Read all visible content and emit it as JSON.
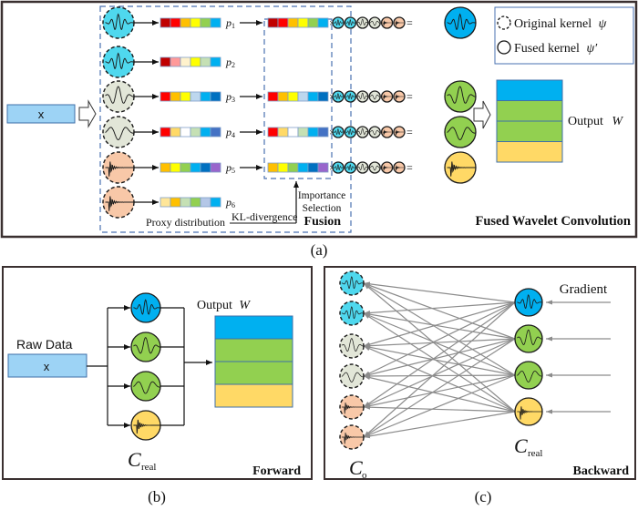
{
  "panel_a": {
    "caption": "(a)",
    "input_label": "x",
    "proxy_labels": [
      "p1",
      "p2",
      "p3",
      "p4",
      "p5",
      "p6"
    ],
    "proxy_label_base": "p",
    "proxy_label_subs": [
      "1",
      "2",
      "3",
      "4",
      "5",
      "6"
    ],
    "proxy_distribution_label": "Proxy distribution",
    "kl_label": "KL-divergence",
    "importance_label_line1": "Importance",
    "importance_label_line2": "Selection",
    "fusion_label": "Fusion",
    "fused_conv_label": "Fused Wavelet Convolution",
    "output_label": "Output",
    "output_symbol": "W",
    "legend": {
      "original": "Original kernel",
      "original_symbol": "ψ",
      "fused": "Fused kernel",
      "fused_symbol": "ψ′"
    },
    "multiply_symbol": "×",
    "equals_symbol": "=",
    "original_kernels": [
      {
        "fill": "#4fd8ee",
        "wave": "wavelet-a"
      },
      {
        "fill": "#4fd8ee",
        "wave": "wavelet-a"
      },
      {
        "fill": "#e2e6d8",
        "wave": "wavelet-b"
      },
      {
        "fill": "#e2e6d8",
        "wave": "wavelet-c"
      },
      {
        "fill": "#f8c8a8",
        "wave": "decay"
      },
      {
        "fill": "#f8c8a8",
        "wave": "decay"
      }
    ],
    "proxy_bars": [
      [
        "#c00000",
        "#ff0000",
        "#ffc000",
        "#ffff00",
        "#92d050",
        "#00b0f0"
      ],
      [
        "#c00000",
        "#ff9999",
        "#fff2cc",
        "#ffff00",
        "#c5e0b4",
        "#00b0f0"
      ],
      [
        "#ff0000",
        "#ffc000",
        "#ffff00",
        "#bdd7ee",
        "#00b0f0",
        "#0070c0"
      ],
      [
        "#ff0000",
        "#ffd966",
        "#ffffff",
        "#c5e0b4",
        "#00b0f0",
        "#4472c4"
      ],
      [
        "#ffc000",
        "#ffff00",
        "#92d050",
        "#00b0f0",
        "#0070c0",
        "#9966cc"
      ],
      [
        "#ffe699",
        "#ffc000",
        "#c5e0b4",
        "#92d050",
        "#b4c7e7",
        "#00b0f0"
      ]
    ],
    "selected_rows": [
      0,
      2,
      3,
      4
    ],
    "fused_kernels": [
      {
        "fill": "#00b0f0",
        "wave": "wavelet-a"
      },
      {
        "fill": "#92d050",
        "wave": "wavelet-b"
      },
      {
        "fill": "#92d050",
        "wave": "wavelet-c"
      },
      {
        "fill": "#ffd966",
        "wave": "decay"
      }
    ],
    "mini_kernel_fills": [
      "#4fd8ee",
      "#4fd8ee",
      "#e2e6d8",
      "#e2e6d8",
      "#f8c8a8",
      "#f8c8a8"
    ],
    "output_layers": [
      "#00b0f0",
      "#92d050",
      "#92d050",
      "#ffd966"
    ]
  },
  "panel_b": {
    "caption": "(b)",
    "raw_data_label": "Raw Data",
    "input_label": "x",
    "output_label": "Output",
    "output_symbol": "W",
    "c_symbol": "C",
    "c_sub": "real",
    "mode_label": "Forward",
    "kernels": [
      {
        "fill": "#00b0f0",
        "wave": "wavelet-a"
      },
      {
        "fill": "#92d050",
        "wave": "wavelet-b"
      },
      {
        "fill": "#92d050",
        "wave": "wavelet-c"
      },
      {
        "fill": "#ffd966",
        "wave": "decay"
      }
    ],
    "output_layers": [
      "#00b0f0",
      "#92d050",
      "#92d050",
      "#ffd966"
    ]
  },
  "panel_c": {
    "caption": "(c)",
    "gradient_label": "Gradient",
    "co_symbol": "C",
    "co_sub": "o",
    "creal_symbol": "C",
    "creal_sub": "real",
    "mode_label": "Backward",
    "original_kernels": [
      {
        "fill": "#4fd8ee",
        "wave": "wavelet-a"
      },
      {
        "fill": "#4fd8ee",
        "wave": "wavelet-a"
      },
      {
        "fill": "#e2e6d8",
        "wave": "wavelet-b"
      },
      {
        "fill": "#e2e6d8",
        "wave": "wavelet-c"
      },
      {
        "fill": "#f8c8a8",
        "wave": "decay"
      },
      {
        "fill": "#f8c8a8",
        "wave": "decay"
      }
    ],
    "real_kernels": [
      {
        "fill": "#00b0f0",
        "wave": "wavelet-a"
      },
      {
        "fill": "#92d050",
        "wave": "wavelet-b"
      },
      {
        "fill": "#92d050",
        "wave": "wavelet-c"
      },
      {
        "fill": "#ffd966",
        "wave": "decay"
      }
    ]
  },
  "colors": {
    "dashed_box": "#4a72b0",
    "input_box_fill": "#9dd3f5",
    "input_box_stroke": "#3f6fa8",
    "connection_gray": "#8c8c8c",
    "frame": "#3a3030"
  }
}
